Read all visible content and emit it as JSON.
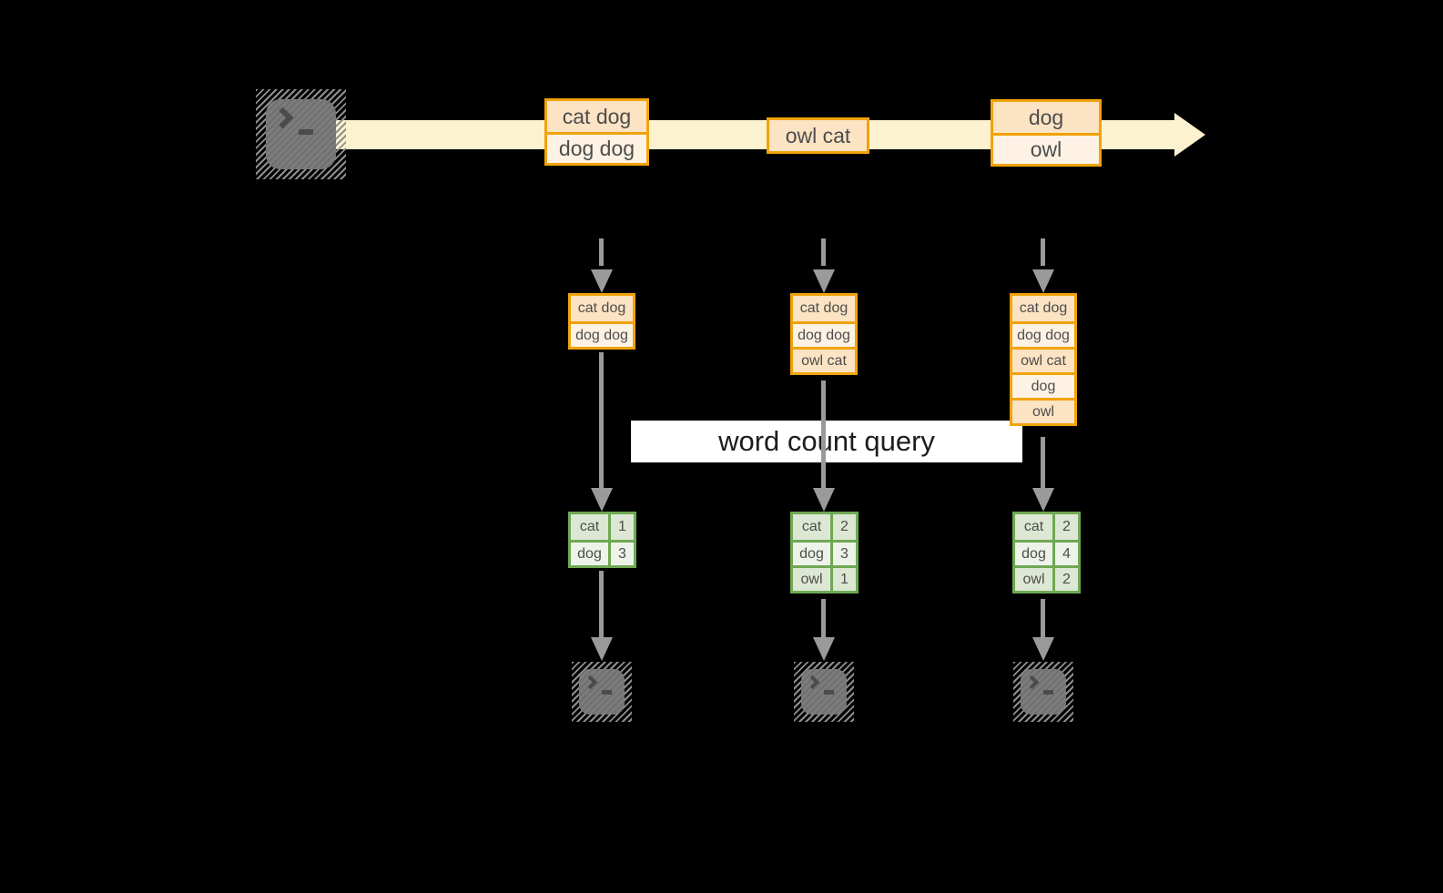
{
  "diagram": {
    "query_label": "word count query",
    "stream_events": [
      {
        "rows": [
          "cat dog",
          "dog dog"
        ]
      },
      {
        "rows": [
          "owl cat"
        ]
      },
      {
        "rows": [
          "dog",
          "owl"
        ]
      }
    ],
    "columns": [
      {
        "buffer": [
          "cat dog",
          "dog dog"
        ],
        "counts": [
          {
            "word": "cat",
            "count": "1"
          },
          {
            "word": "dog",
            "count": "3"
          }
        ]
      },
      {
        "buffer": [
          "cat dog",
          "dog dog",
          "owl cat"
        ],
        "counts": [
          {
            "word": "cat",
            "count": "2"
          },
          {
            "word": "dog",
            "count": "3"
          },
          {
            "word": "owl",
            "count": "1"
          }
        ]
      },
      {
        "buffer": [
          "cat dog",
          "dog dog",
          "owl cat",
          "dog",
          "owl"
        ],
        "counts": [
          {
            "word": "cat",
            "count": "2"
          },
          {
            "word": "dog",
            "count": "4"
          },
          {
            "word": "owl",
            "count": "2"
          }
        ]
      }
    ],
    "icons": {
      "source": "terminal-icon",
      "sinks": [
        "terminal-icon",
        "terminal-icon",
        "terminal-icon"
      ]
    },
    "colors": {
      "background": "#000000",
      "stream_fill": "#fdf2cf",
      "event_border": "#f0a30a",
      "event_fill_dark": "#fbe3c3",
      "event_fill_light": "#fdf2e3",
      "table_border": "#6fa853",
      "table_fill_dark": "#dce8d3",
      "table_fill_light": "#eef3e9",
      "arrow": "#9a9a9a",
      "text": "#4d4d4d",
      "label_bg": "#ffffff",
      "label_text": "#1d1d1d"
    }
  }
}
